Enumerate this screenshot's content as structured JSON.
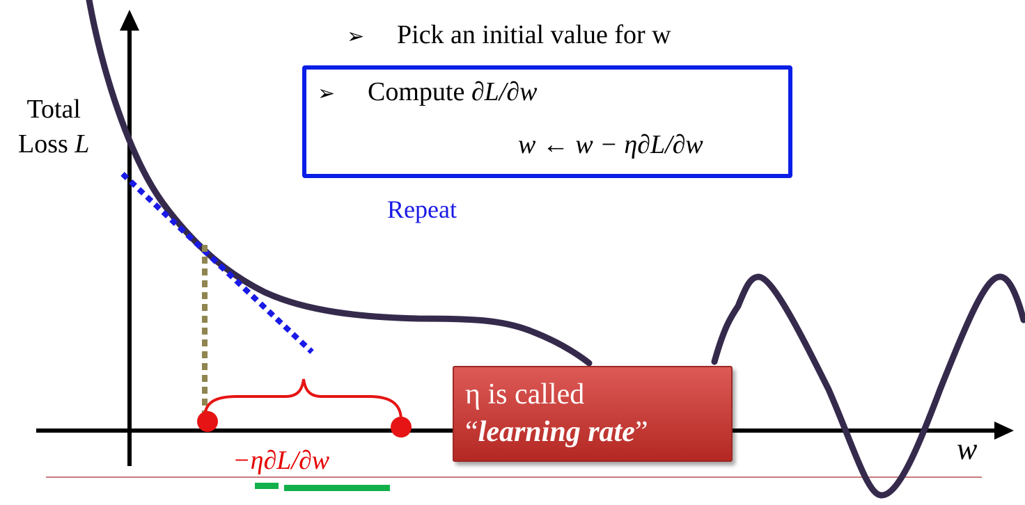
{
  "steps": {
    "bullet_icon": "arrow-bullet-icon",
    "bullet_glyph": "➢",
    "step1": "Pick an initial value for w",
    "step2_prefix": "Compute ",
    "step2_math": "∂L/∂w",
    "update_rule": "w ← w − η∂L/∂w",
    "repeat": "Repeat"
  },
  "axes": {
    "ylabel_line1": "Total",
    "ylabel_line2": "Loss ",
    "ylabel_var": "L",
    "xlabel": "w"
  },
  "annotation": {
    "step_label": "−η∂L/∂w"
  },
  "callout": {
    "line1": "η is called",
    "quote_open": "“",
    "term": "learning rate",
    "quote_close": "”"
  },
  "colors": {
    "curve": "#352a4c",
    "axis": "#000000",
    "tangent": "#1a1ae6",
    "projection": "#8f8550",
    "step_marker": "#e61414",
    "callout_fill": "#c93c38",
    "box_border": "#0a1ee6",
    "green_bars": "#12b04a",
    "underline": "#b46464"
  }
}
